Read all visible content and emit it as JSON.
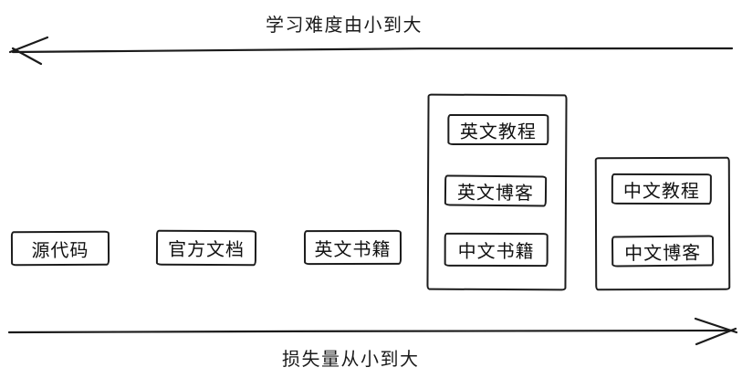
{
  "page": {
    "background": "#ffffff",
    "ink_color": "#1b1b1b"
  },
  "top_axis": {
    "label": "学习难度由小到大",
    "arrow_direction": "left"
  },
  "bottom_axis": {
    "label": "损失量从小到大",
    "arrow_direction": "right"
  },
  "boxes": [
    {
      "label": "源代码"
    },
    {
      "label": "官方文档"
    },
    {
      "label": "英文书籍"
    }
  ],
  "groups": [
    {
      "items": [
        {
          "label": "英文教程"
        },
        {
          "label": "英文博客"
        },
        {
          "label": "中文书籍"
        }
      ]
    },
    {
      "items": [
        {
          "label": "中文教程"
        },
        {
          "label": "中文博客"
        }
      ]
    }
  ]
}
